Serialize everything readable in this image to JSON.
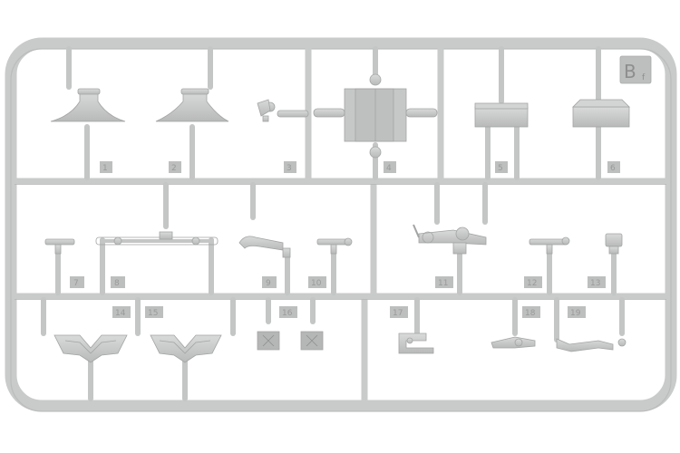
{
  "sprue": {
    "letter": "B",
    "suffix": "f",
    "colors": {
      "plastic": "#cfd0d0",
      "edge": "#a8a9a9",
      "shade": "#b9baba",
      "tag": "#bdbebe",
      "text": "#8e8e8e"
    },
    "part_numbers": [
      "1",
      "2",
      "3",
      "4",
      "5",
      "6",
      "7",
      "8",
      "9",
      "10",
      "11",
      "12",
      "13",
      "14",
      "15",
      "16",
      "17",
      "18",
      "19"
    ]
  }
}
